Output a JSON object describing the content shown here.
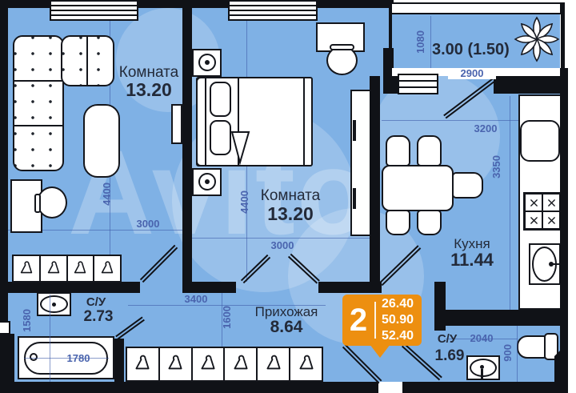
{
  "watermark": "Avito",
  "colors": {
    "floor": "#7fb1e5",
    "badge_accent": "#ed8f10",
    "dim_text": "#4a64ae",
    "wall": "#101217"
  },
  "badge": {
    "rooms_count": "2",
    "area_values": [
      "26.40",
      "50.90",
      "52.40"
    ]
  },
  "rooms": {
    "room1": {
      "label": "Комната",
      "area": "13.20",
      "width_mm": "3000",
      "height_mm": "4400"
    },
    "room2": {
      "label": "Комната",
      "area": "13.20",
      "width_mm": "3000",
      "height_mm": "4400"
    },
    "kitchen": {
      "label": "Кухня",
      "area": "11.44",
      "width_mm": "3200",
      "height_mm": "3350"
    },
    "hallway": {
      "label": "Прихожая",
      "area": "8.64",
      "width_mm": "3400",
      "height_mm": "1600"
    },
    "bathroom1": {
      "label": "С/У",
      "area": "2.73",
      "height_mm": "1580",
      "bathtub_mm": "1780"
    },
    "bathroom2": {
      "label": "С/У",
      "area": "1.69",
      "width_mm": "2040",
      "height_mm": "900"
    },
    "balcony": {
      "area_label": "3.00 (1.50)",
      "depth_mm": "1080",
      "width_mm": "2900"
    }
  }
}
